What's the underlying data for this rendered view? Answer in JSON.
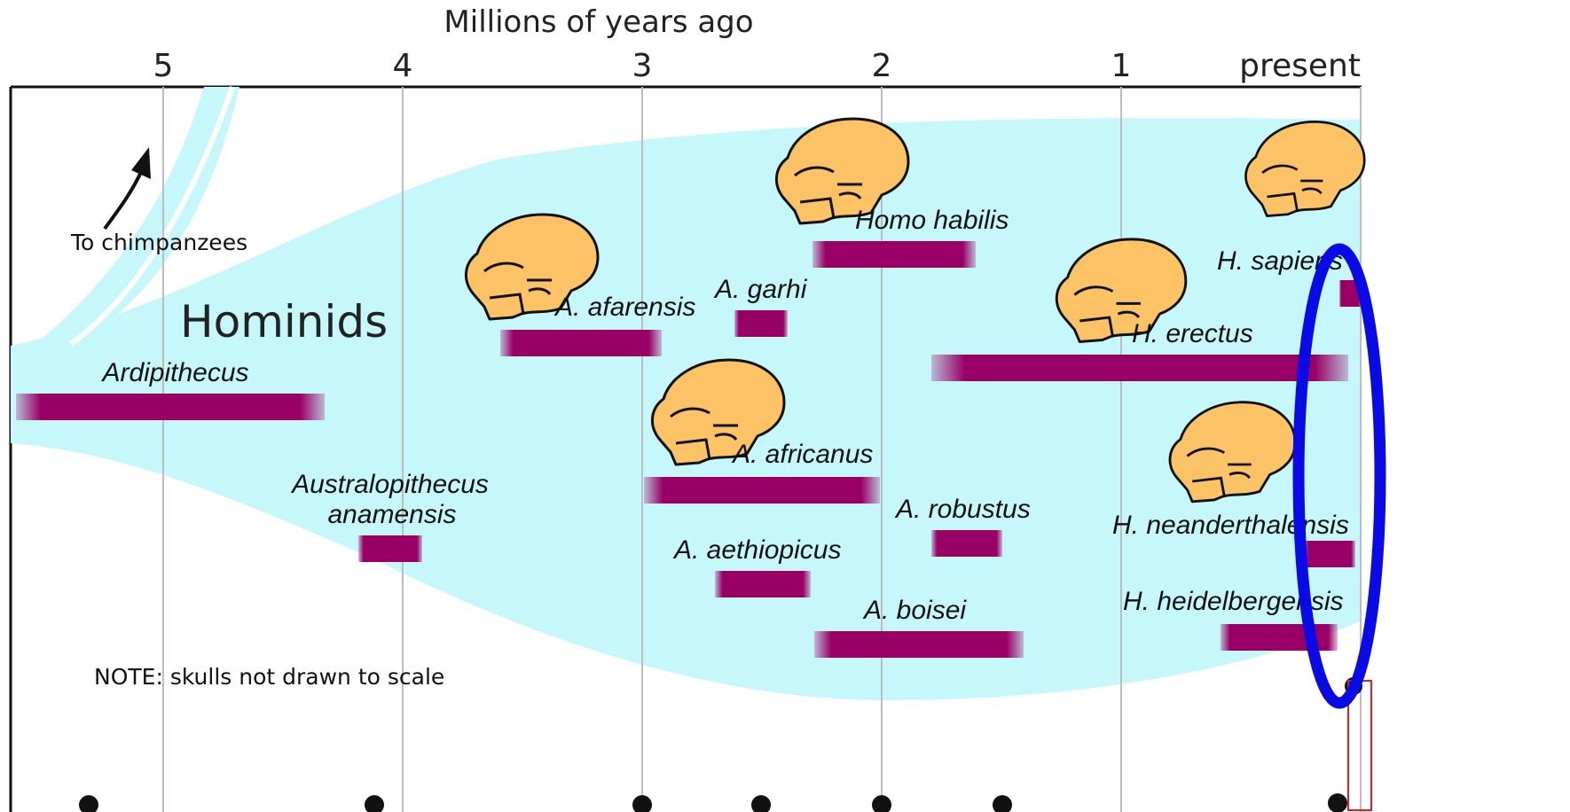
{
  "header": {
    "axis_title": "Millions of years ago",
    "ticks": [
      "5",
      "4",
      "3",
      "2",
      "1",
      "present"
    ]
  },
  "labels": {
    "to_chimpanzees": "To chimpanzees",
    "hominids": "Hominids",
    "note": "NOTE: skulls not drawn to scale"
  },
  "species": {
    "ardipithecus": "Ardipithecus",
    "anamensis_line1": "Australopithecus",
    "anamensis_line2": "anamensis",
    "afarensis": "A. afarensis",
    "garhi": "A. garhi",
    "africanus": "A. africanus",
    "aethiopicus": "A. aethiopicus",
    "habilis": "Homo habilis",
    "robustus": "A. robustus",
    "boisei": "A. boisei",
    "sapiens": "H. sapiens",
    "erectus": "H. erectus",
    "neanderthalensis": "H. neanderthalensis",
    "heidelbergensis": "H. heidelbergensis"
  },
  "colors": {
    "band": "#c6f8fb",
    "bar": "#990066",
    "skull": "#fbc266",
    "highlight_ellipse": "#0a0ae6",
    "marker_box": "#e02020"
  }
}
